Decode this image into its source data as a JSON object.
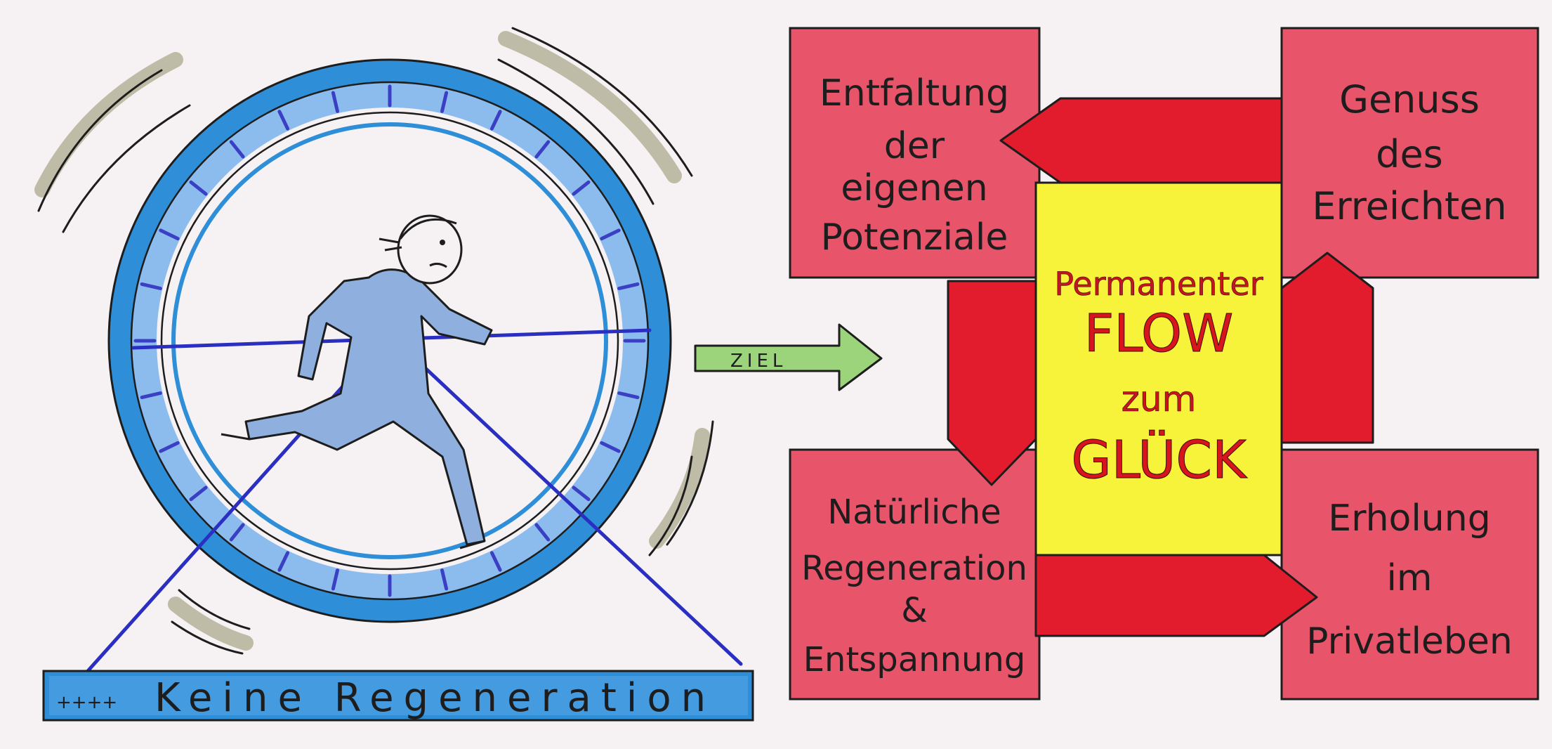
{
  "wheel": {
    "base_label": "Keine Regeneration",
    "base_prefix": "++++"
  },
  "arrow": {
    "label": "ZIEL"
  },
  "boxes": {
    "top_left": [
      "Entfaltung",
      "der",
      "eigenen",
      "Potenziale"
    ],
    "top_right": [
      "Genuss",
      "des",
      "Erreichten"
    ],
    "bottom_left": [
      "Natürliche",
      "Regeneration",
      "&",
      "Entspannung"
    ],
    "bottom_right": [
      "Erholung",
      "im",
      "Privatleben"
    ]
  },
  "center": {
    "line1": "Permanenter",
    "line2": "FLOW",
    "line3": "zum",
    "line4": "GLÜCK"
  },
  "colors": {
    "paper": "#f6f1f3",
    "wheel_blue": "#2e8fd8",
    "wheel_light": "#8cbcee",
    "figure": "#8fb0df",
    "stand": "#2a2fc2",
    "box_pink": "#e8556a",
    "flow_red": "#e21c2c",
    "center_yellow": "#f7f23a",
    "arrow_green": "#9bd47a",
    "motion_grey": "#a7a584"
  }
}
